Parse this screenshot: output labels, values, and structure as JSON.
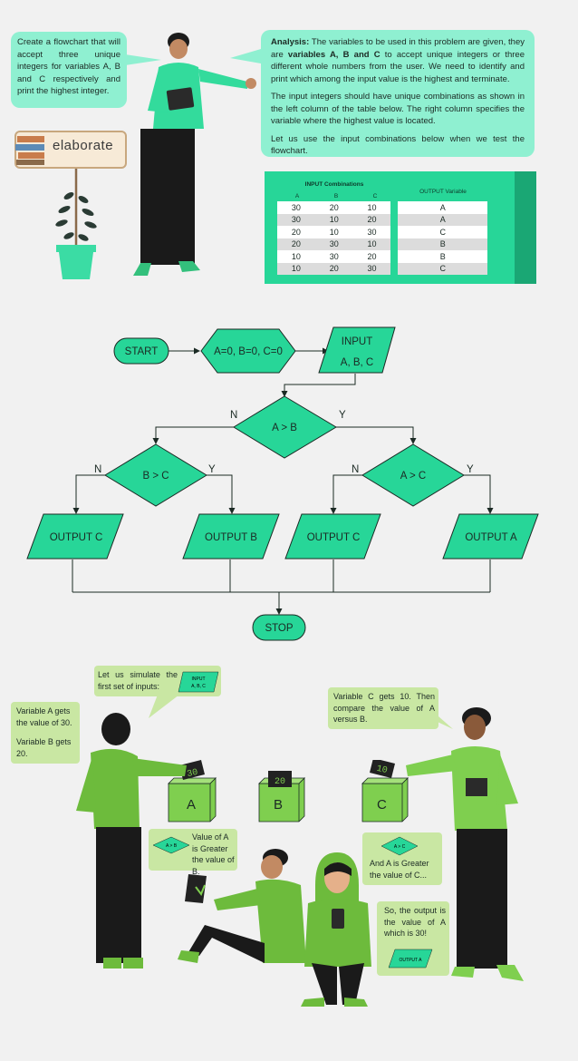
{
  "intro": {
    "task": "Create a flowchart that will accept three unique integers for variables A, B and C respectively and print the highest integer.",
    "sign": "elaborate",
    "analysis_label": "Analysis:",
    "analysis_p1_a": " The variables to be used in this problem are given, they are ",
    "analysis_p1_bold": "variables A, B and C",
    "analysis_p1_b": " to accept unique integers or three different whole numbers from the user. We need to identify and print which among the input value is the highest and terminate.",
    "analysis_p2": "The input integers should have unique combinations as shown in the left column of the table below. The right column specifies the variable where the highest value is located.",
    "analysis_p3": "Let us use the input combinations below when we test the flowchart."
  },
  "table": {
    "input_header": "INPUT Combinations",
    "output_header": "OUTPUT Variable",
    "col_a": "A",
    "col_b": "B",
    "col_c": "C",
    "rows": [
      {
        "a": "30",
        "b": "20",
        "c": "10",
        "out": "A"
      },
      {
        "a": "30",
        "b": "10",
        "c": "20",
        "out": "A"
      },
      {
        "a": "20",
        "b": "10",
        "c": "30",
        "out": "C"
      },
      {
        "a": "20",
        "b": "30",
        "c": "10",
        "out": "B"
      },
      {
        "a": "10",
        "b": "30",
        "c": "20",
        "out": "B"
      },
      {
        "a": "10",
        "b": "20",
        "c": "30",
        "out": "C"
      }
    ]
  },
  "flowchart": {
    "start": "START",
    "init": "A=0, B=0, C=0",
    "input_line1": "INPUT",
    "input_line2": "A, B, C",
    "decision_ab": "A > B",
    "decision_bc": "B > C",
    "decision_ac": "A > C",
    "n": "N",
    "y": "Y",
    "output_c": "OUTPUT C",
    "output_b": "OUTPUT B",
    "output_a": "OUTPUT A",
    "stop": "STOP"
  },
  "simulation": {
    "simulate_text": "Let us simulate the first set of inputs:",
    "mini_input_1": "INPUT",
    "mini_input_2": "A, B, C",
    "var_a_1": "Variable A gets the value of 30.",
    "var_a_2": "Variable B gets 20.",
    "var_c": "Variable C gets 10. Then compare the value of A versus B.",
    "mini_ab": "A > B",
    "a_greater_b": "Value of A is Greater the value of B.",
    "mini_ac": "A > C",
    "a_greater_c": "And A is Greater the value of C...",
    "output_text": "So, the output is the value of A which is 30!",
    "mini_output": "OUTPUT A",
    "box_a": "A",
    "box_b": "B",
    "box_c": "C",
    "card_30": "30",
    "card_20": "20",
    "card_10": "10"
  },
  "colors": {
    "teal": "#27d698",
    "mint": "#8ff0d1",
    "green": "#7fcf4f",
    "light_green": "#c9e7a3",
    "dark": "#1b2a24"
  }
}
